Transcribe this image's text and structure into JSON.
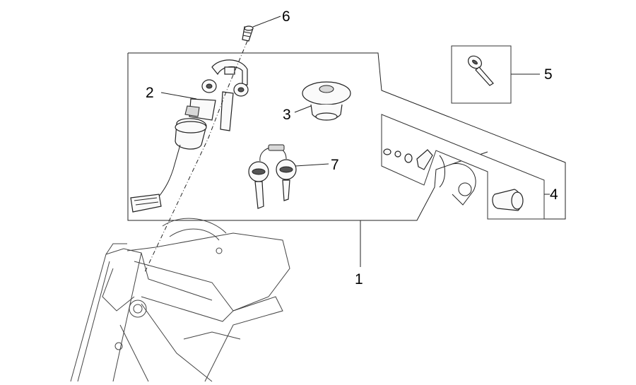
{
  "callouts": [
    {
      "id": "1",
      "label": "1"
    },
    {
      "id": "2",
      "label": "2"
    },
    {
      "id": "3",
      "label": "3"
    },
    {
      "id": "4",
      "label": "4"
    },
    {
      "id": "5",
      "label": "5"
    },
    {
      "id": "6",
      "label": "6"
    },
    {
      "id": "7",
      "label": "7"
    }
  ],
  "icons": [
    "ignition-switch-icon",
    "fuel-cap-icon",
    "key-pair-icon",
    "key-blank-icon",
    "screw-icon",
    "seat-lock-icon",
    "motorcycle-frame-icon"
  ]
}
